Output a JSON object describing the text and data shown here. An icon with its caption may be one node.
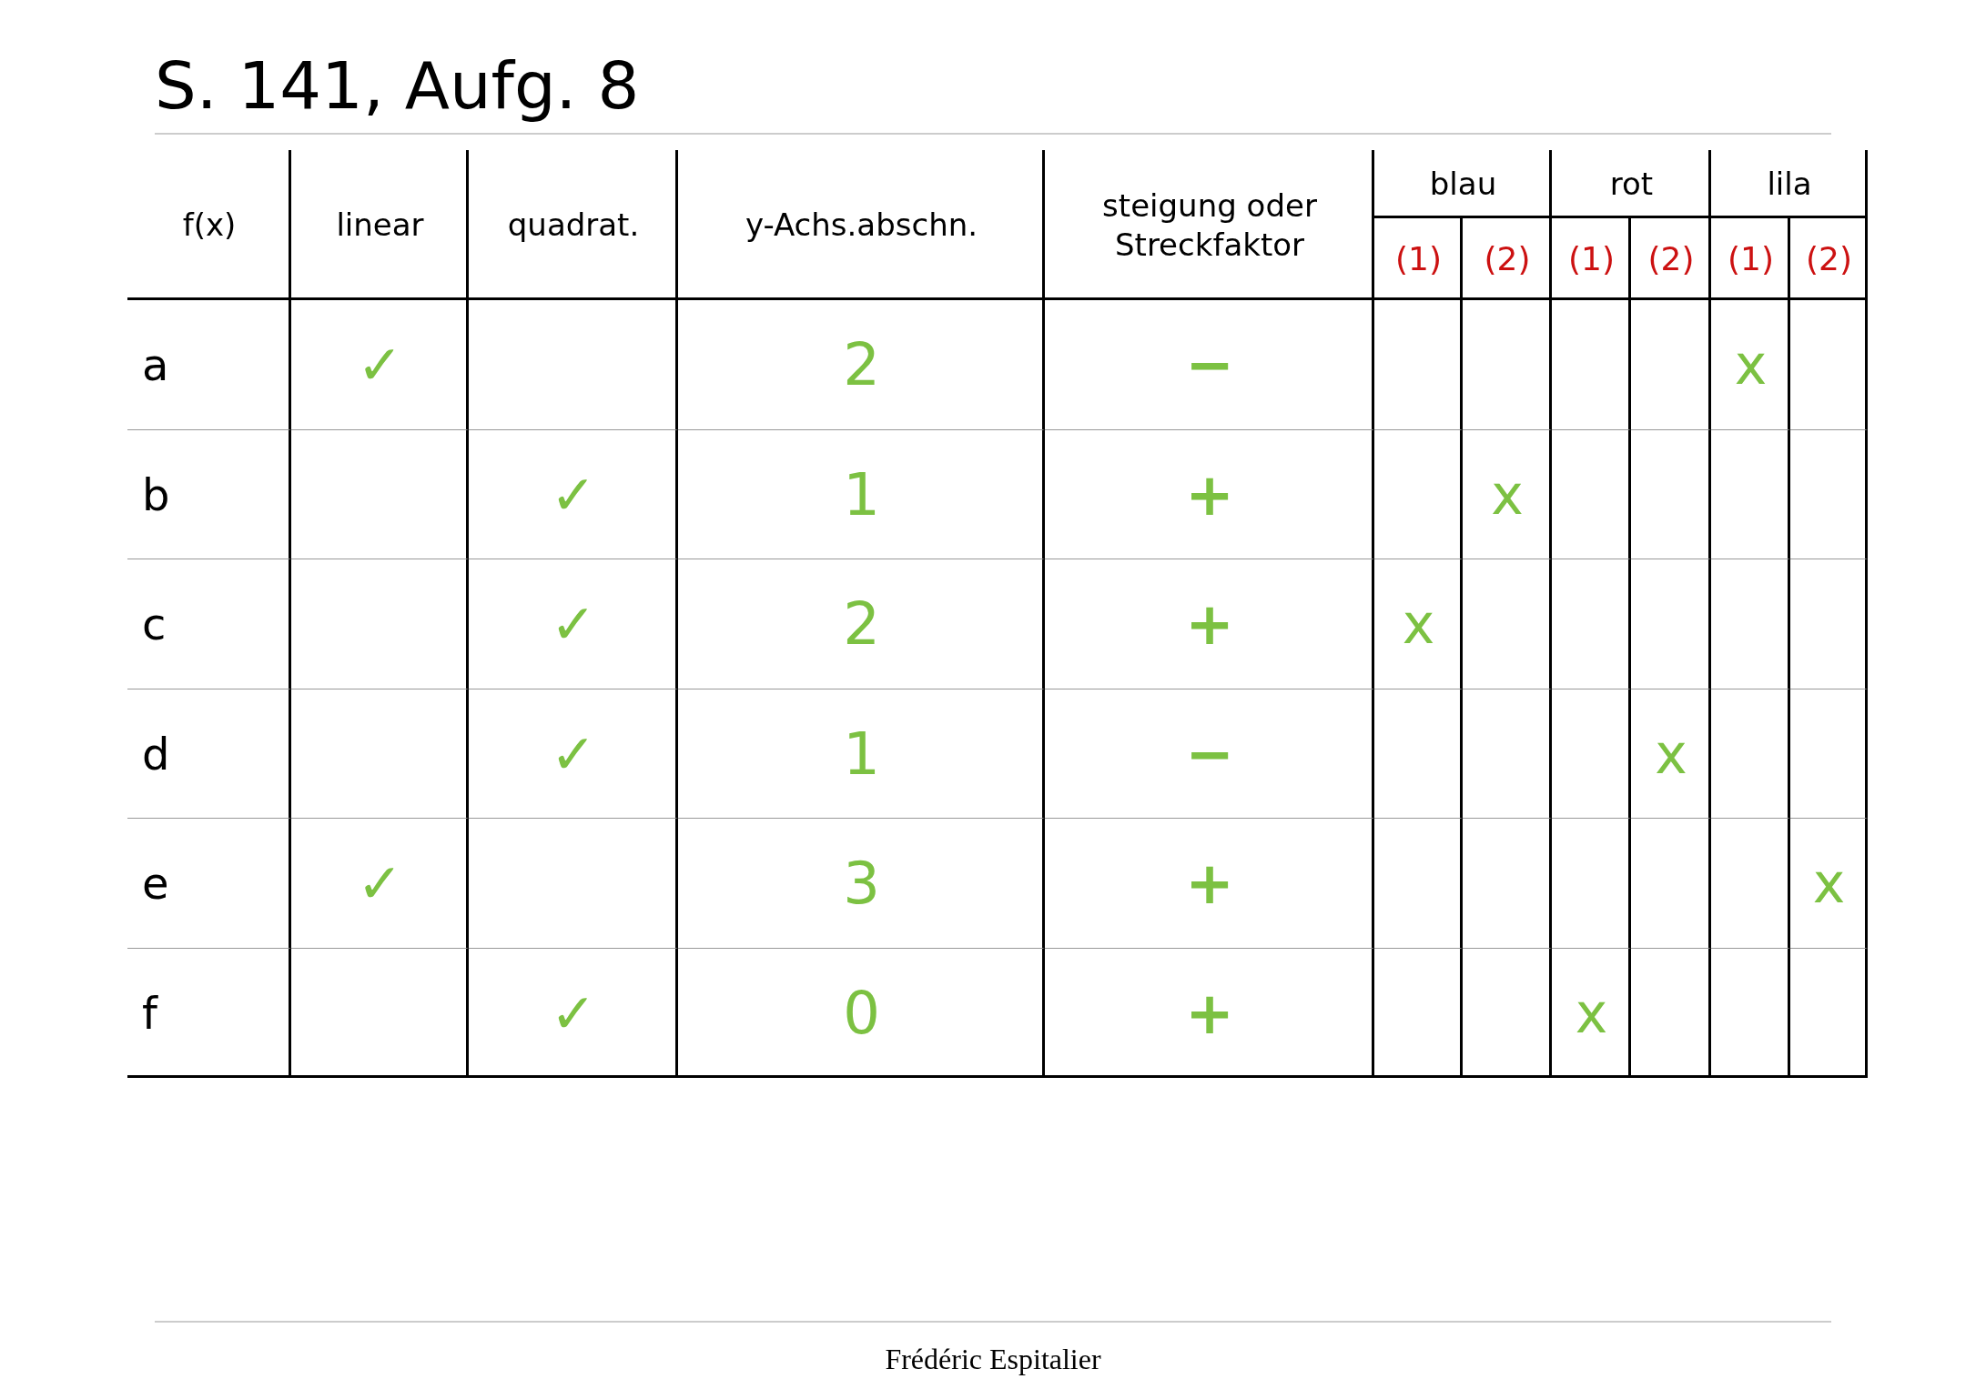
{
  "diagram": {
    "title": "S. 141, Aufg. 8",
    "caption": "Frédéric Espitalier",
    "labels": [
      "f(x)",
      "linear",
      "quadrat.",
      "y-Achs.abschn.",
      "steigung oder Streckfaktor",
      "blau",
      "rot",
      "lila",
      "(1)",
      "(2)",
      "(1)",
      "(2)",
      "(1)",
      "(2)",
      "a",
      "✓",
      "2",
      "−",
      "x",
      "b",
      "✓",
      "1",
      "+",
      "x",
      "c",
      "✓",
      "2",
      "+",
      "x",
      "d",
      "✓",
      "1",
      "−",
      "x",
      "e",
      "✓",
      "3",
      "+",
      "x",
      "f",
      "✓",
      "0",
      "+",
      "x"
    ]
  }
}
